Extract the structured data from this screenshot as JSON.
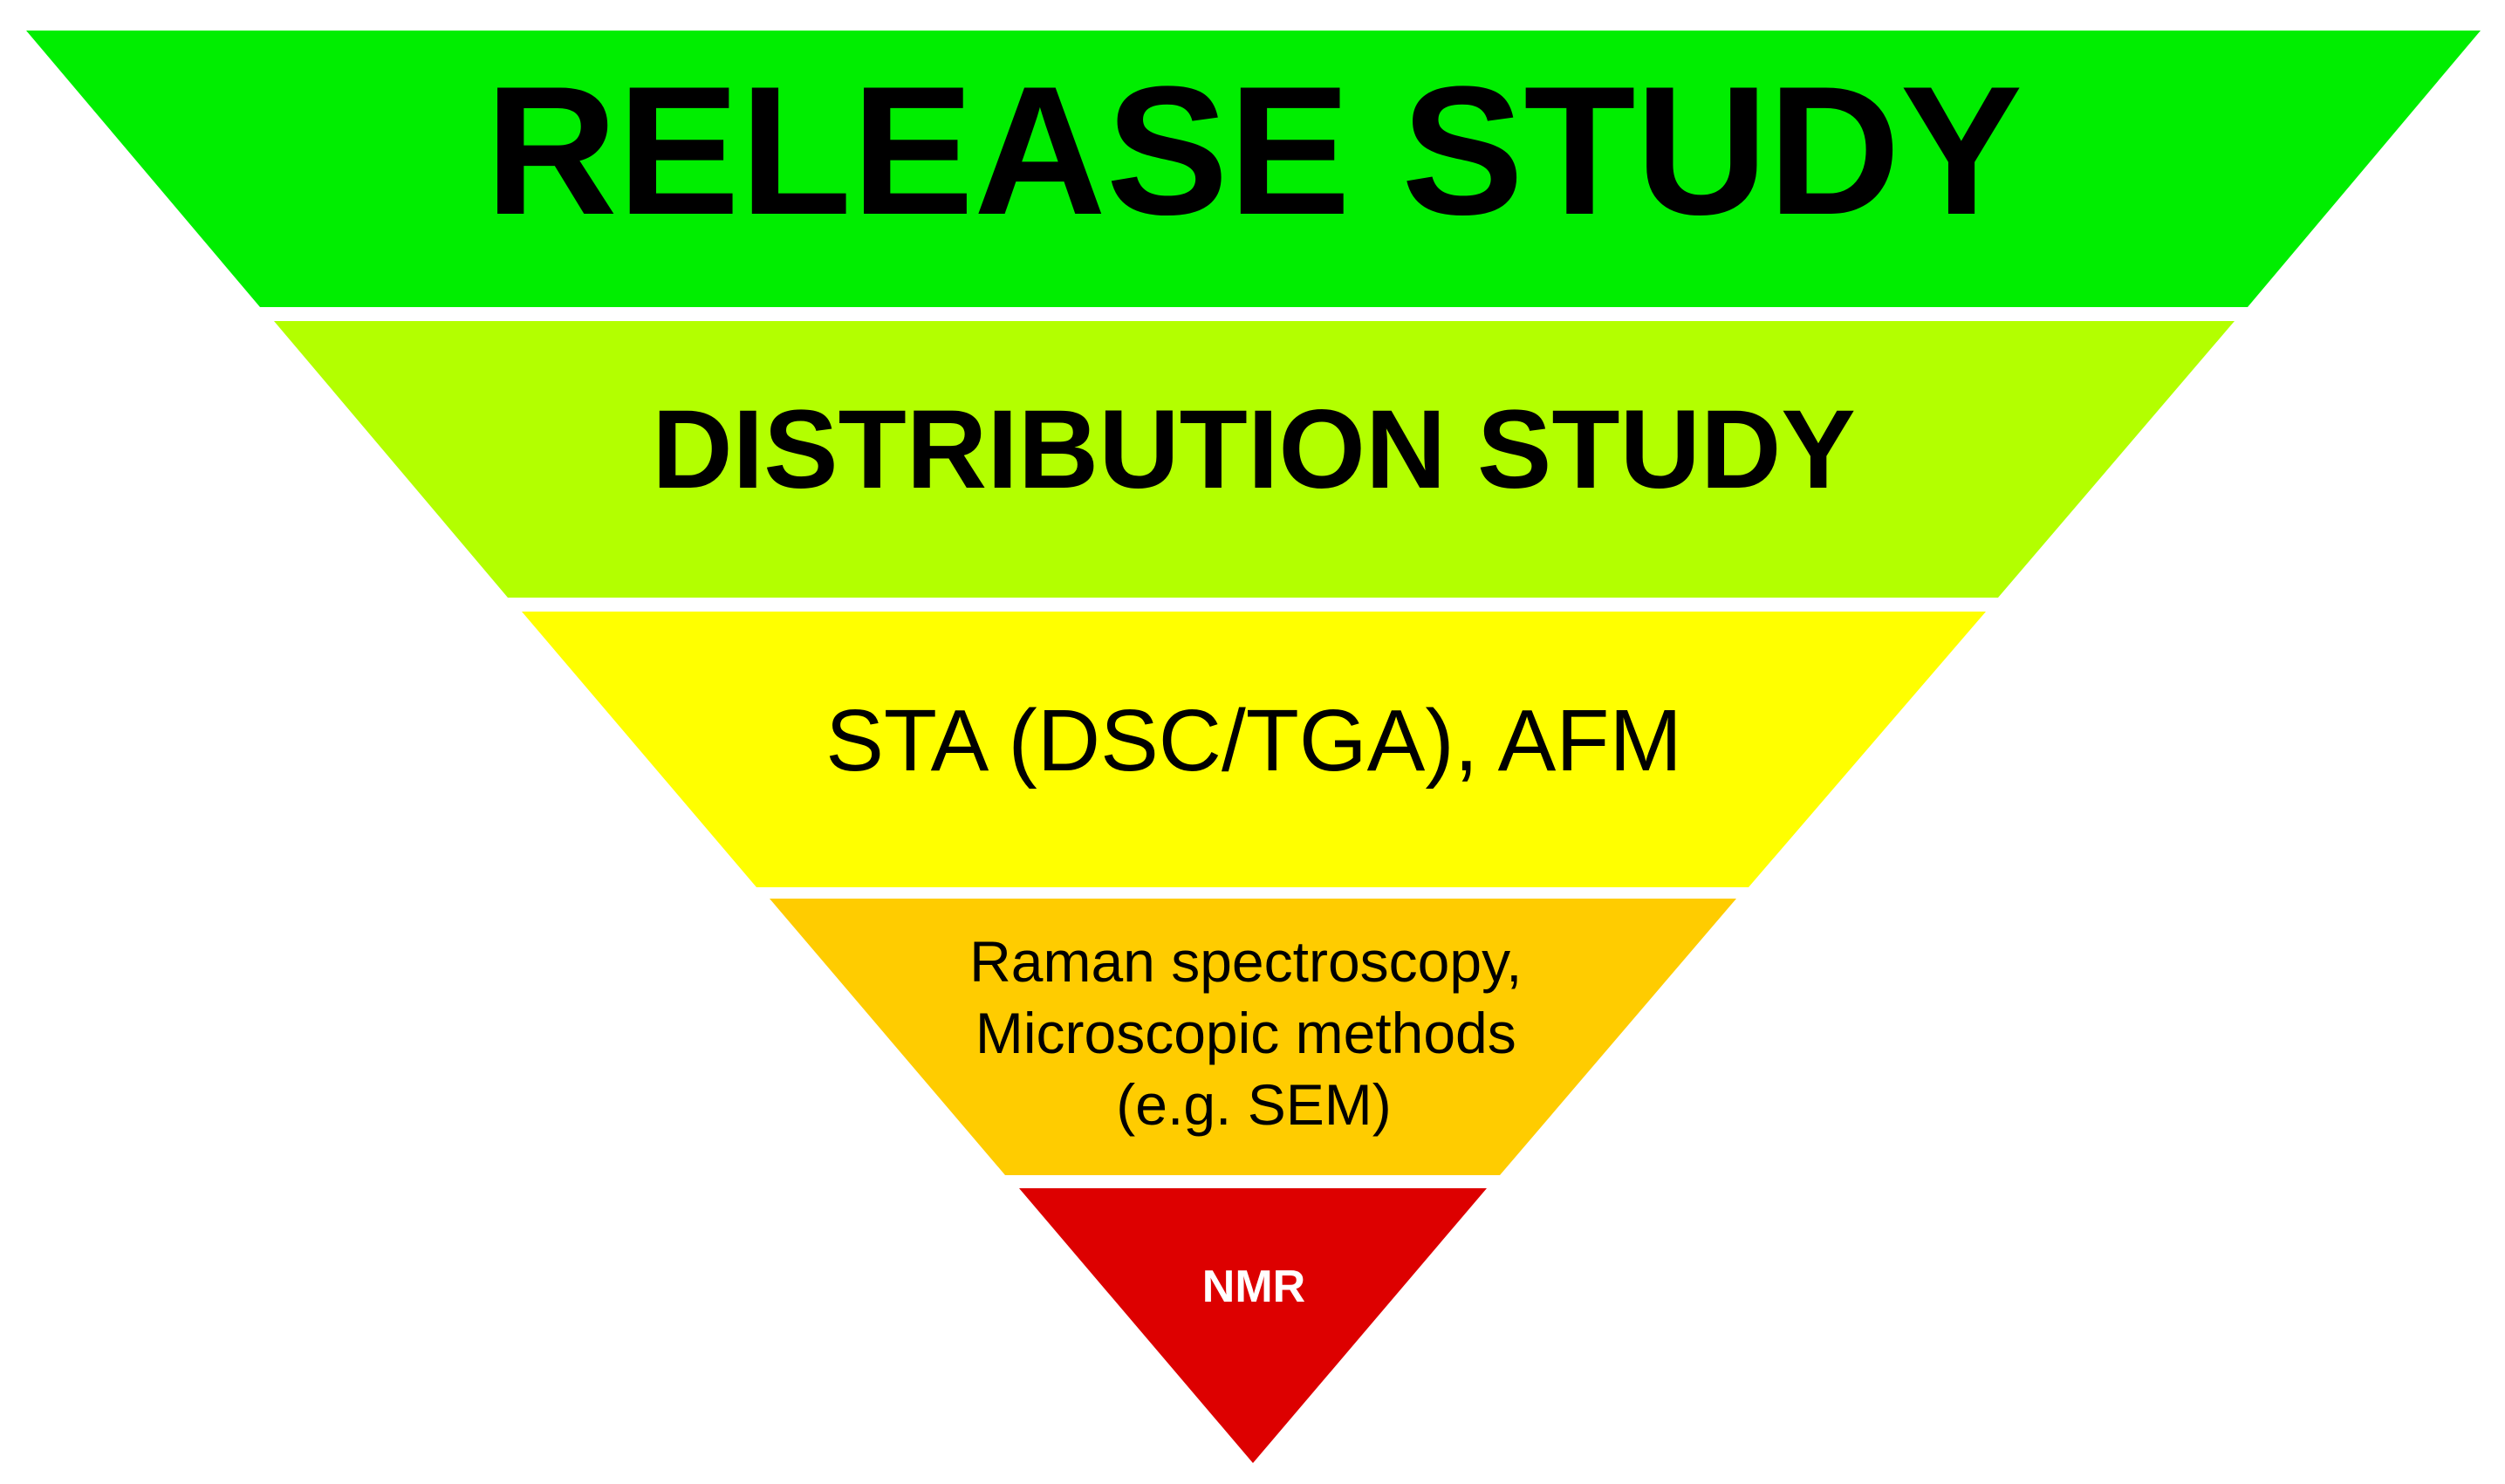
{
  "diagram": {
    "tiers": [
      {
        "lines": [
          "RELEASE STUDY"
        ],
        "fill": "#00ee00",
        "text_color": "#000000",
        "bold": true
      },
      {
        "lines": [
          "DISTRIBUTION STUDY"
        ],
        "fill": "#b3ff00",
        "text_color": "#000000",
        "bold": true
      },
      {
        "lines": [
          "STA (DSC/TGA), AFM"
        ],
        "fill": "#ffff00",
        "text_color": "#000000",
        "bold": false
      },
      {
        "lines": [
          "Raman spectroscopy,",
          "Microscopic methods",
          "(e.g. SEM)"
        ],
        "fill": "#ffcc00",
        "text_color": "#000000",
        "bold": false
      },
      {
        "lines": [
          "NMR"
        ],
        "fill": "#dd0000",
        "text_color": "#ffffff",
        "bold": true
      }
    ]
  }
}
